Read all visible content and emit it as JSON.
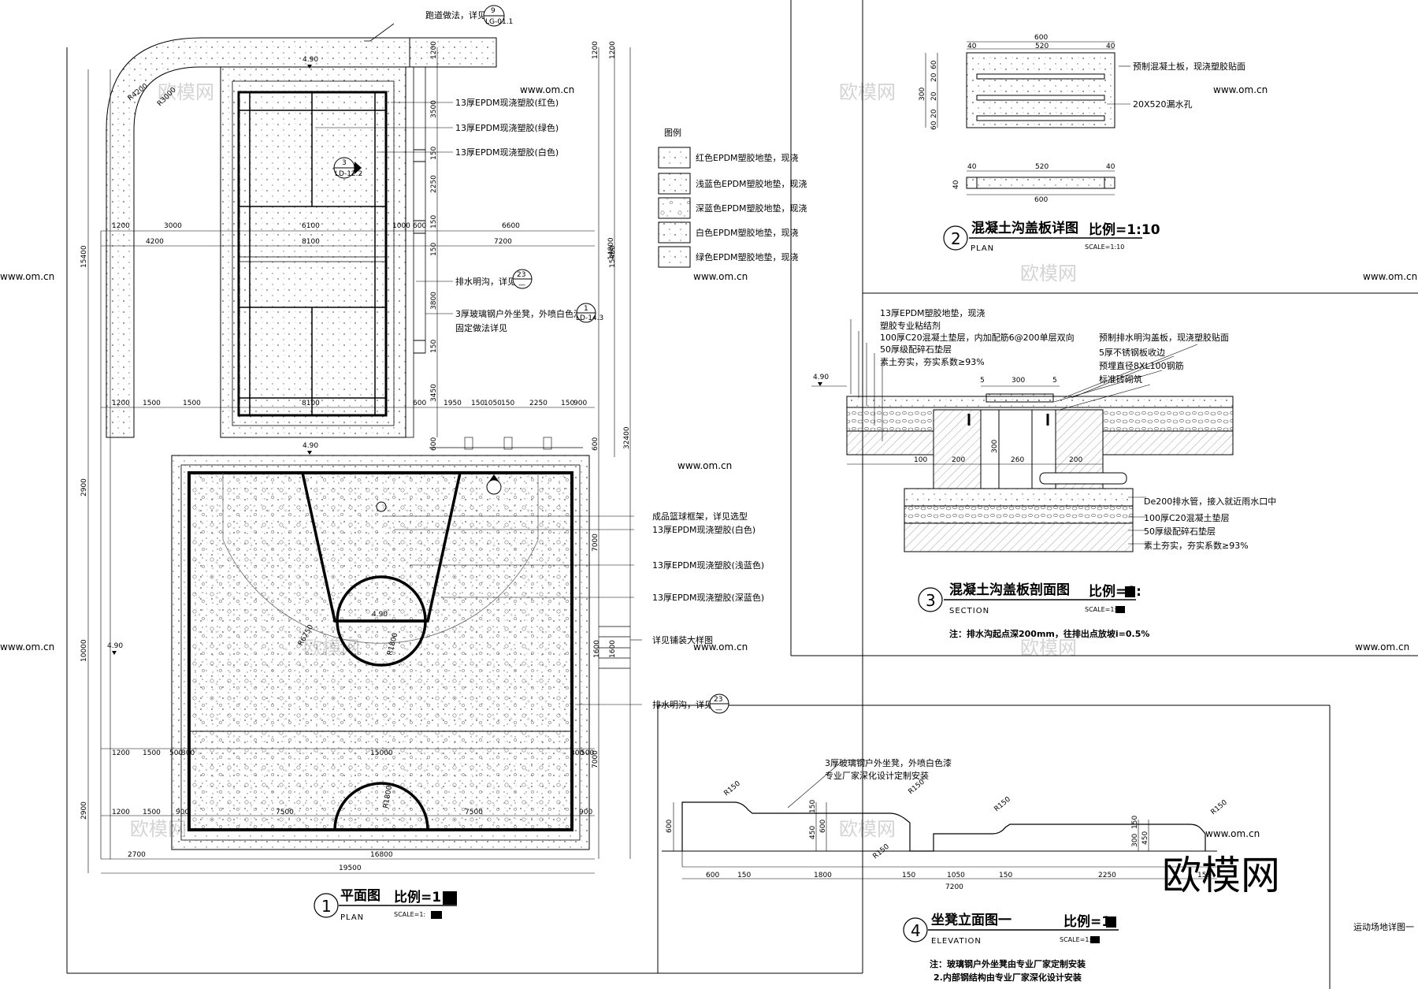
{
  "watermark": {
    "text": "欧模网",
    "url": "www.om.cn",
    "big": "欧模网"
  },
  "sheet_title": "运动场地详图一",
  "plan": {
    "top_note": "跑道做法，详见",
    "top_ref": {
      "num": "9",
      "code": "LG-01.1"
    },
    "level": "4.90",
    "radius_outer": "R4200",
    "radius_inner": "R3000",
    "callouts": [
      "13厚EPDM现浇塑胶(红色)",
      "13厚EPDM现浇塑胶(绿色)",
      "13厚EPDM现浇塑胶(白色)",
      "排水明沟，详见",
      "3厚玻璃钢户外坐凳，外喷白色漆",
      "固定做法详见",
      "成品篮球框架，详见选型",
      "13厚EPDM现浇塑胶(白色)",
      "13厚EPDM现浇塑胶(浅蓝色)",
      "13厚EPDM现浇塑胶(深蓝色)",
      "详见铺装大样图",
      "排水明沟，详见"
    ],
    "ref_a": {
      "num": "23",
      "code": "—"
    },
    "ref_b": {
      "num": "1",
      "code": "LD-14.3"
    },
    "ref_c": {
      "num": "3",
      "code": "LD-12.2"
    },
    "dims_h1": [
      "1200",
      "3000",
      "6100",
      "1000",
      "600",
      "6600"
    ],
    "dims_h2": [
      "4200",
      "8100",
      "7200"
    ],
    "dims_h3": [
      "1200",
      "1500",
      "1500",
      "8100",
      "600",
      "1950",
      "150",
      "1050",
      "150",
      "2250",
      "150",
      "900"
    ],
    "dims_h4": [
      "1200",
      "1500",
      "500",
      "300",
      "15000",
      "300",
      "500"
    ],
    "dims_h5": [
      "1200",
      "1500",
      "900",
      "7500",
      "7500",
      "900"
    ],
    "dims_bottom": [
      "2700",
      "16800",
      "19500"
    ],
    "dims_v_left": [
      "15400",
      "2900",
      "10000",
      "2900"
    ],
    "dims_v_right": [
      "1200",
      "3500",
      "150",
      "2250",
      "150",
      "150",
      "3800",
      "150",
      "3450",
      "600",
      "600",
      "14800",
      "15400",
      "32400",
      "7000",
      "7000",
      "1600",
      "1600"
    ],
    "court_labels": [
      "4.90",
      "R6750",
      "R1800",
      "R1800",
      "4.90"
    ],
    "title": "平面图",
    "scale": "比例=1:",
    "sub": "PLAN",
    "subscale": "SCALE=1:",
    "num": "1"
  },
  "legend": {
    "title": "图例",
    "items": [
      "红色EPDM塑胶地垫，现浇",
      "浅蓝色EPDM塑胶地垫，现浇",
      "深蓝色EPDM塑胶地垫，现浇",
      "白色EPDM塑胶地垫，现浇",
      "绿色EPDM塑胶地垫，现浇"
    ]
  },
  "detail2": {
    "num": "2",
    "title": "混凝土沟盖板详图",
    "scale": "比例=1:10",
    "sub": "PLAN",
    "subscale": "SCALE=1:10",
    "note1": "预制混凝土板，现浇塑胶贴面",
    "note2": "20X520漏水孔",
    "dims_top": [
      "600",
      "40",
      "520",
      "40"
    ],
    "dims_side": [
      "300",
      "60",
      "20",
      "20",
      "20",
      "60"
    ],
    "dims_sec": [
      "40",
      "520",
      "40",
      "40",
      "600"
    ]
  },
  "detail3": {
    "num": "3",
    "title": "混凝土沟盖板剖面图",
    "scale": "比例=1:",
    "sub": "SECTION",
    "subscale": "SCALE=1:",
    "level": "4.90",
    "left_notes": [
      "13厚EPDM塑胶地垫，现浇",
      "塑胶专业粘结剂",
      "100厚C20混凝土垫层，内加配筋6@200单层双向",
      "50厚级配碎石垫层",
      "素土夯实，夯实系数≥93%"
    ],
    "right_notes": [
      "预制排水明沟盖板，现浇塑胶贴面",
      "5厚不锈钢板收边",
      "预埋直径8XL100钢筋",
      "标准砖砌筑"
    ],
    "bottom_notes": [
      "De200排水管，接入就近雨水口中",
      "100厚C20混凝土垫层",
      "50厚级配碎石垫层",
      "素土夯实，夯实系数≥93%"
    ],
    "dims": [
      "5",
      "300",
      "5",
      "100",
      "200",
      "260",
      "200",
      "300"
    ],
    "footnote": "注：排水沟起点深200mm，往排出点放坡i=0.5%"
  },
  "detail4": {
    "num": "4",
    "title": "坐凳立面图一",
    "scale": "比例=1:",
    "sub": "ELEVATION",
    "subscale": "SCALE=1:",
    "callout1": "3厚玻璃钢户外坐凳，外喷白色漆",
    "callout2": "专业厂家深化设计定制安装",
    "radii": [
      "R150",
      "R150",
      "R150",
      "R150",
      "R150"
    ],
    "dims_bottom": [
      "600",
      "150",
      "1800",
      "150",
      "1050",
      "150",
      "2250",
      "150"
    ],
    "dims_total": "7200",
    "dims_v": [
      "600",
      "150",
      "450",
      "600",
      "150",
      "450",
      "300"
    ],
    "notes": [
      "注：玻璃钢户外坐凳由专业厂家定制安装",
      "2.内部钢结构由专业厂家深化设计安装"
    ]
  }
}
